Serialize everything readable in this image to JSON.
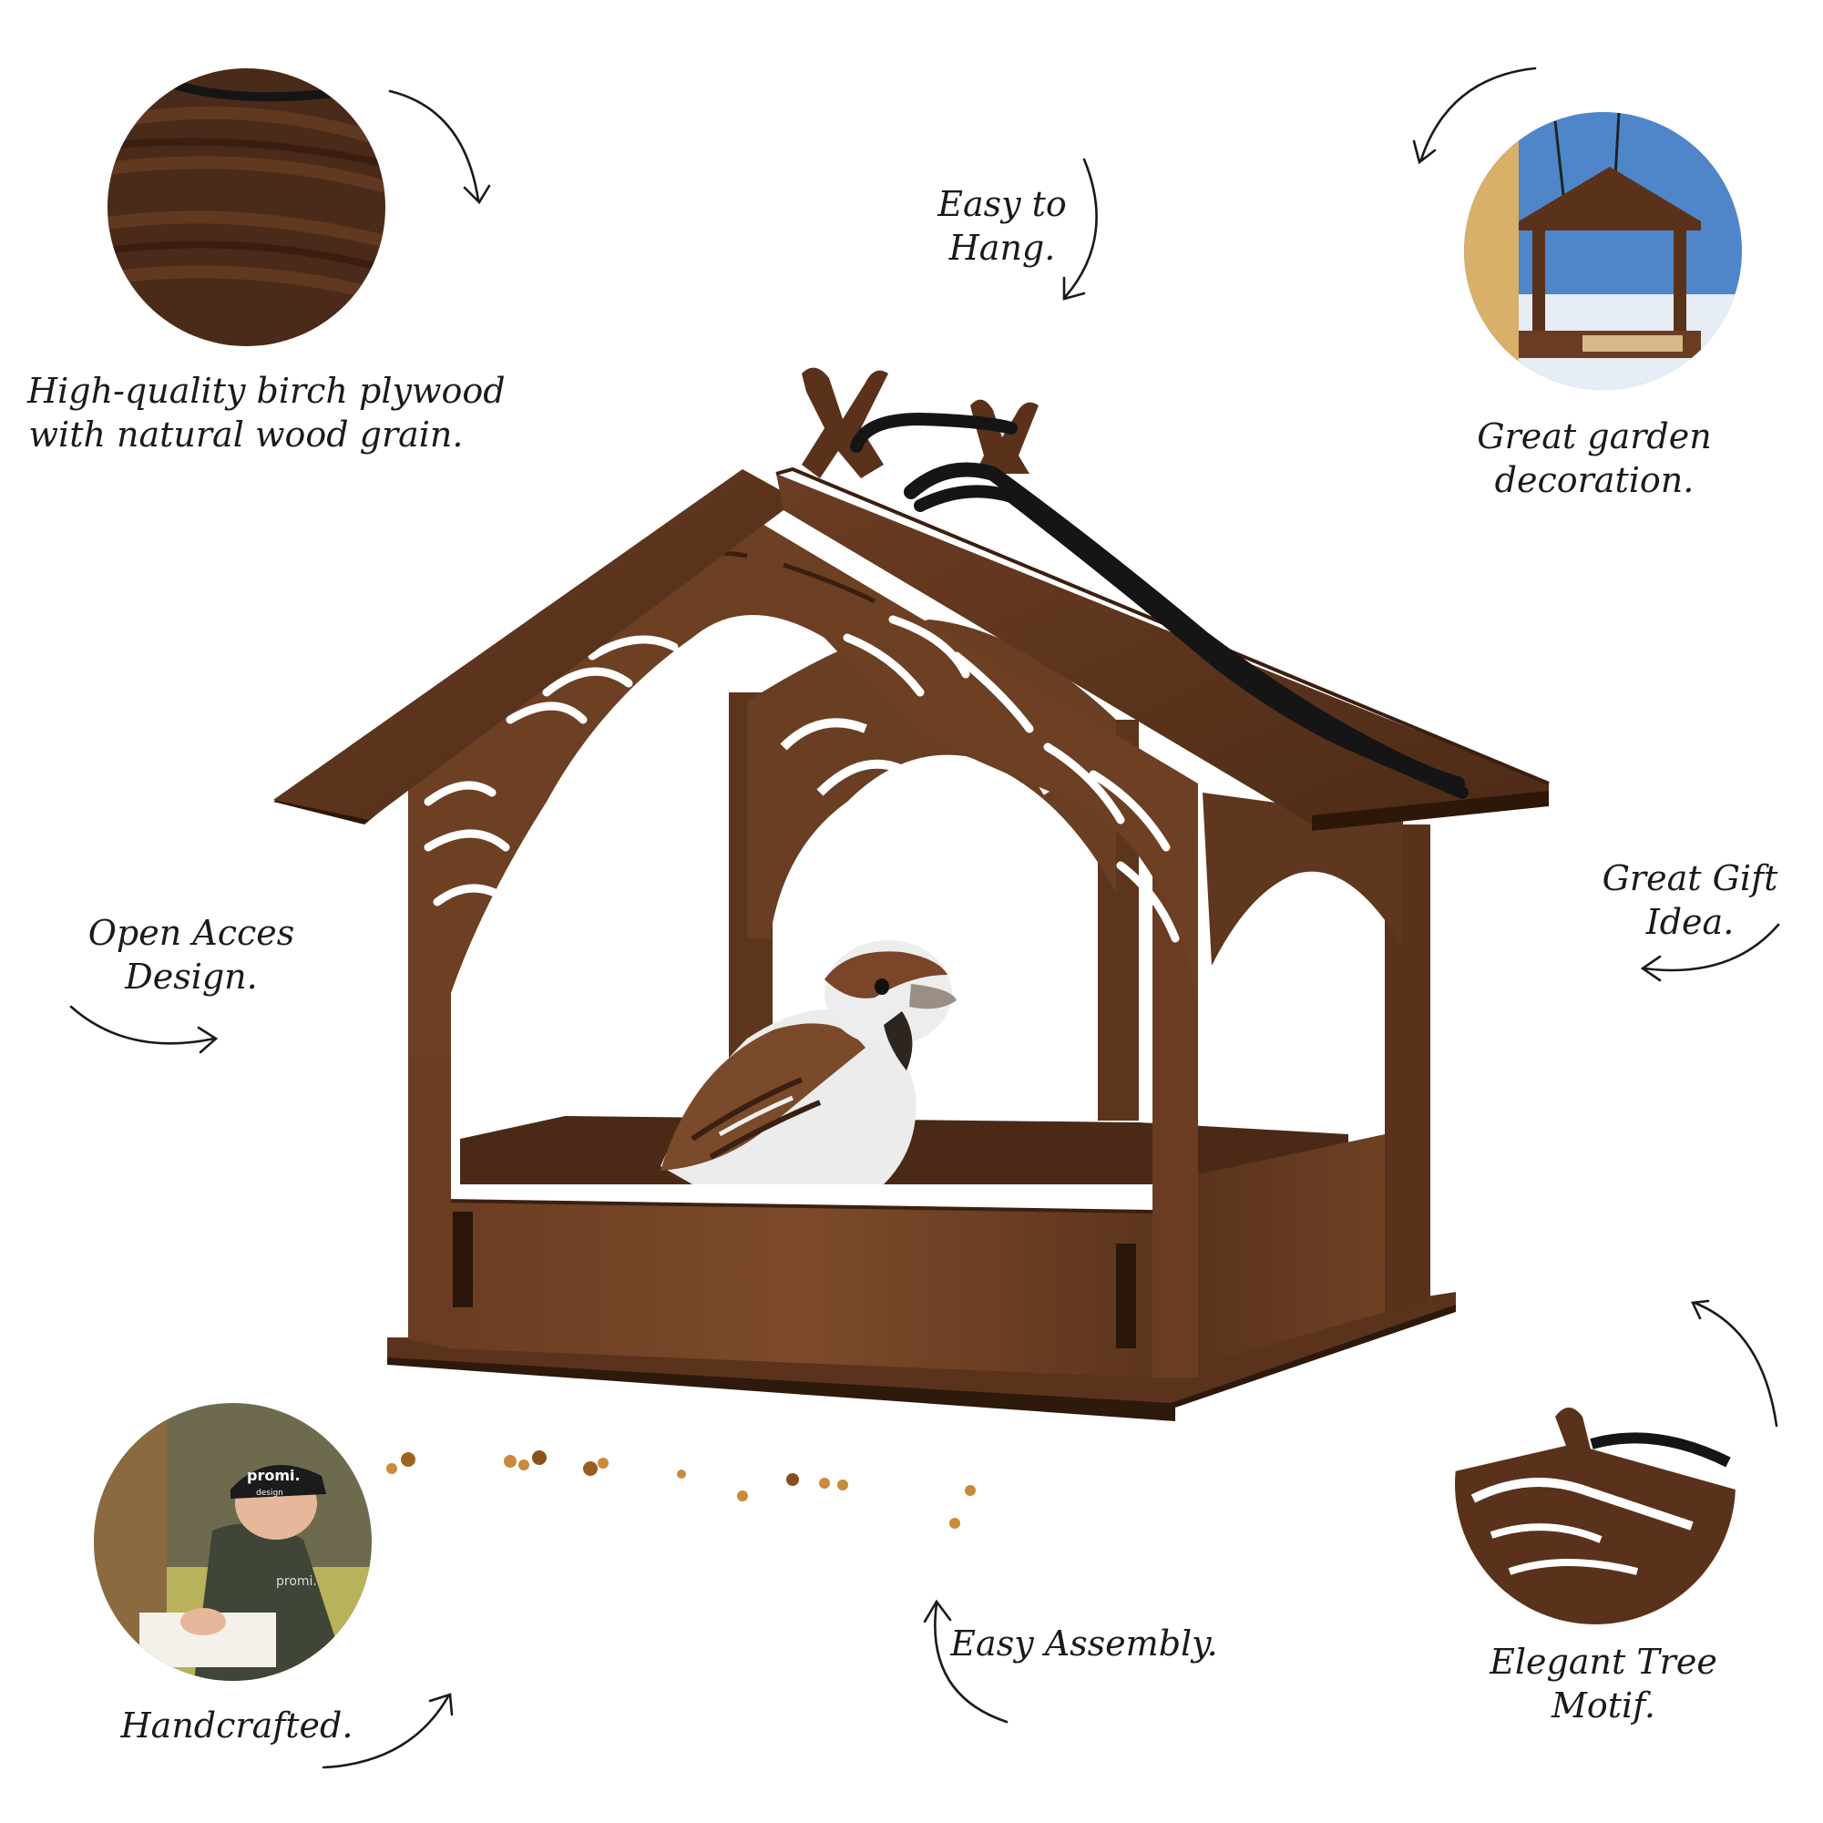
{
  "captions": {
    "wood_grain": {
      "line1": "High-quality birch plywood",
      "line2": "with natural wood grain."
    },
    "easy_hang": {
      "line1": "Easy to",
      "line2": "Hang."
    },
    "garden": {
      "line1": "Great garden",
      "line2": "decoration."
    },
    "open_access": {
      "line1": "Open Acces",
      "line2": "Design."
    },
    "gift": {
      "line1": "Great Gift",
      "line2": "Idea."
    },
    "handcrafted": {
      "line1": "Handcrafted."
    },
    "assembly": {
      "line1": "Easy Assembly."
    },
    "tree_motif": {
      "line1": "Elegant Tree",
      "line2": "Motif."
    }
  },
  "thumb_labels": {
    "cap_logo": "promi.",
    "cap_sub": "design",
    "jacket_logo": "promi."
  },
  "colors": {
    "wood_dark": "#4a2a18",
    "wood_mid": "#6b3f24",
    "wood_light": "#8a5632",
    "rope": "#151515",
    "sky": "#4f86c9",
    "snow": "#e6edf5",
    "bird_brown": "#7a4a2a",
    "bird_white": "#ececec"
  }
}
